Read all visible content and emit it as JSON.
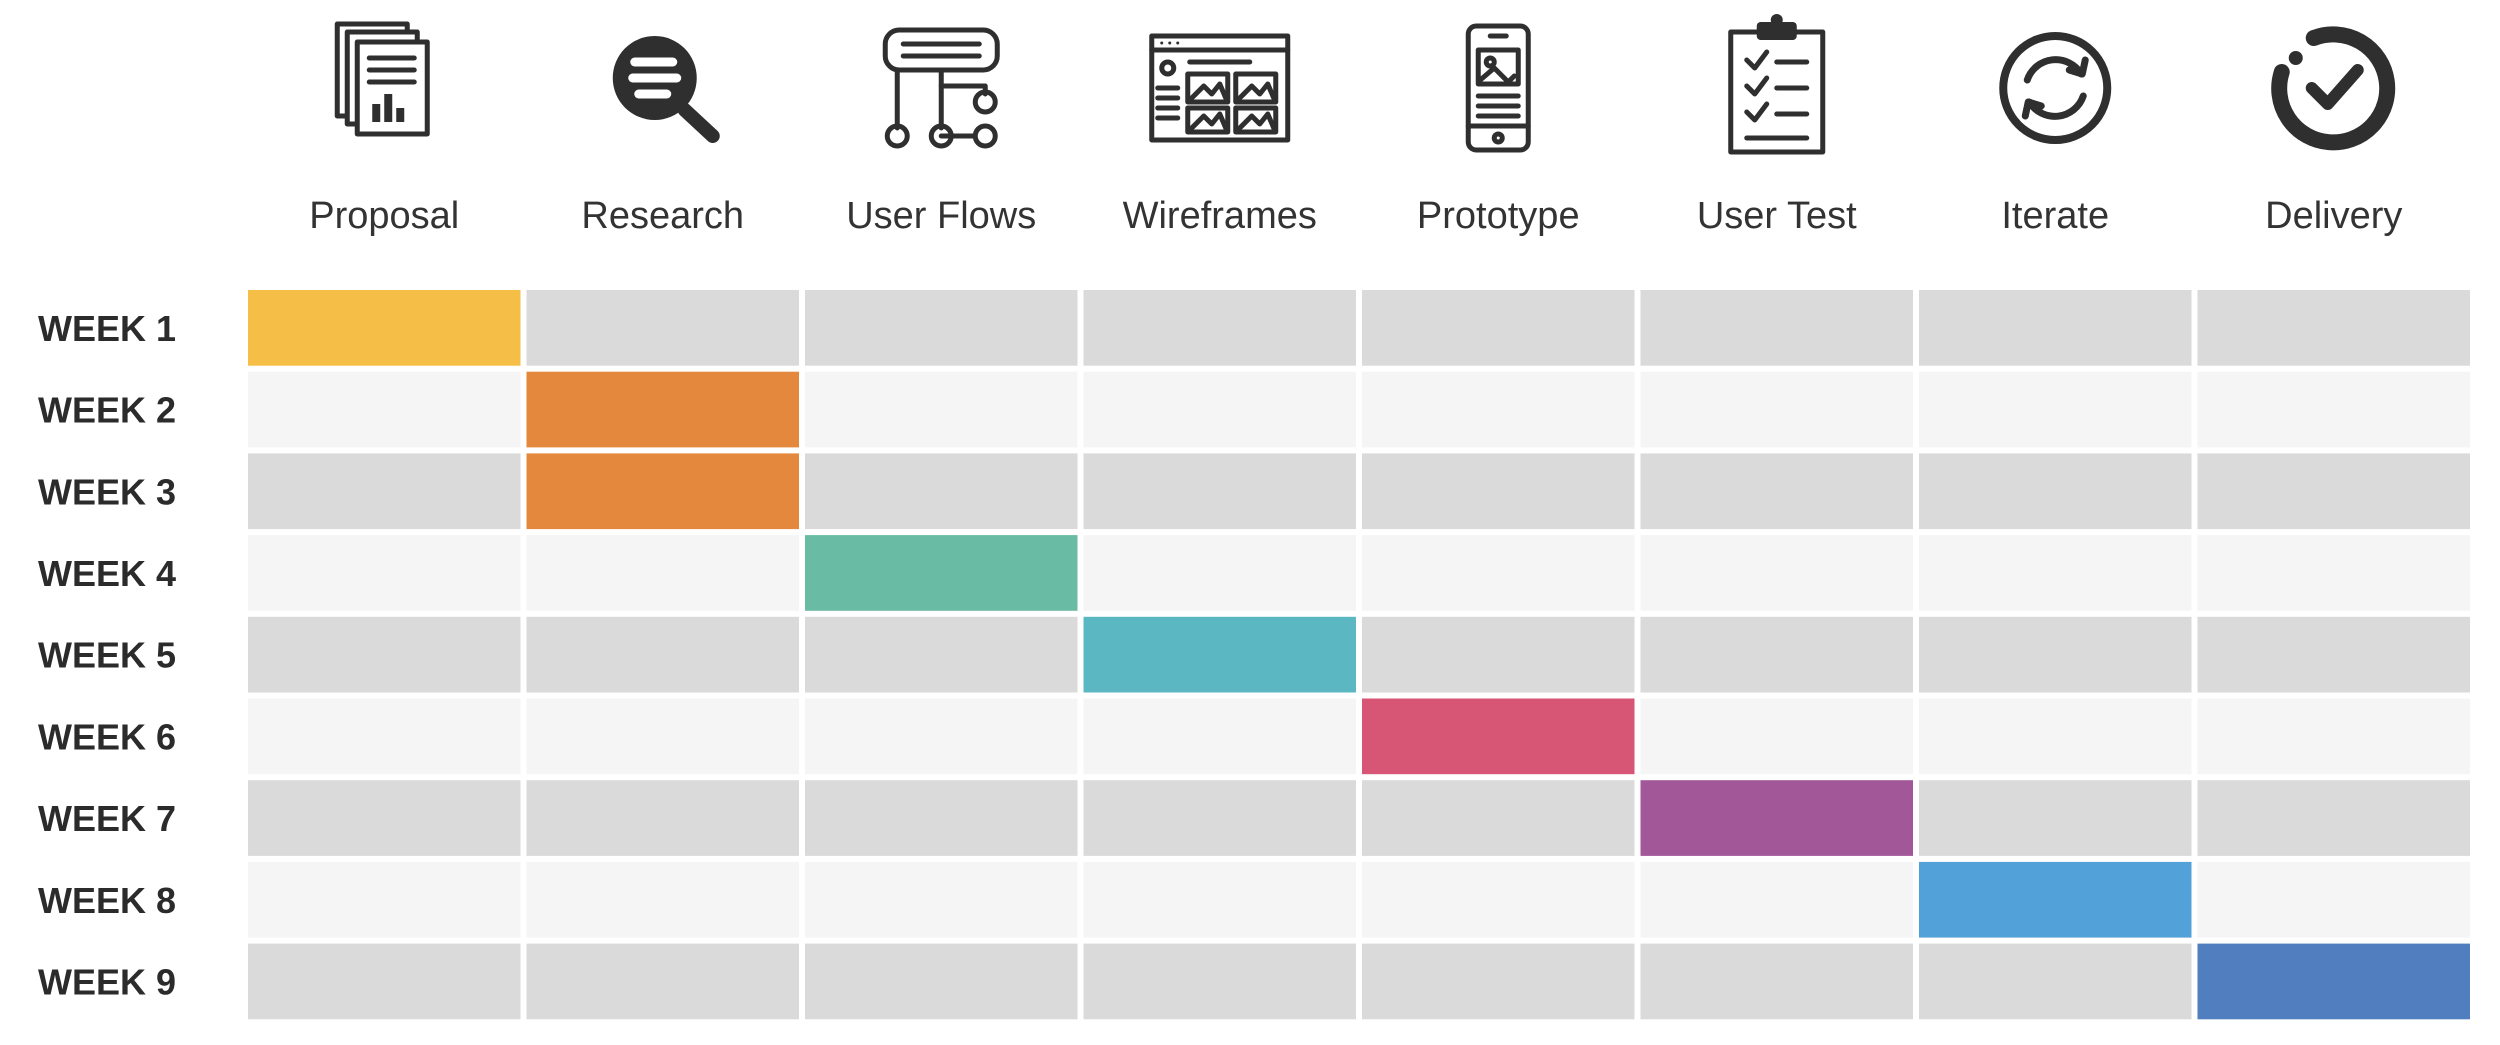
{
  "chart_data": {
    "type": "gantt",
    "phases": [
      {
        "name": "Proposal",
        "icon": "document-stack-icon",
        "color": "#F4BE47",
        "weeks": [
          1
        ]
      },
      {
        "name": "Research",
        "icon": "magnifier-icon",
        "color": "#E4883D",
        "weeks": [
          2,
          3
        ]
      },
      {
        "name": "User Flows",
        "icon": "flowchart-icon",
        "color": "#6ABBA3",
        "weeks": [
          4
        ]
      },
      {
        "name": "Wireframes",
        "icon": "wireframe-icon",
        "color": "#5BB8C3",
        "weeks": [
          5
        ]
      },
      {
        "name": "Prototype",
        "icon": "smartphone-icon",
        "color": "#D75575",
        "weeks": [
          6
        ]
      },
      {
        "name": "User Test",
        "icon": "clipboard-icon",
        "color": "#A25898",
        "weeks": [
          7
        ]
      },
      {
        "name": "Iterate",
        "icon": "refresh-cycle-icon",
        "color": "#52A1D8",
        "weeks": [
          8
        ]
      },
      {
        "name": "Delivery",
        "icon": "check-circle-icon",
        "color": "#507EBF",
        "weeks": [
          9
        ]
      }
    ],
    "rows": [
      "WEEK 1",
      "WEEK 2",
      "WEEK 3",
      "WEEK 4",
      "WEEK 5",
      "WEEK 6",
      "WEEK 7",
      "WEEK 8",
      "WEEK 9"
    ],
    "row_colors": {
      "odd": "#DADADA",
      "even": "#F5F5F5"
    }
  }
}
